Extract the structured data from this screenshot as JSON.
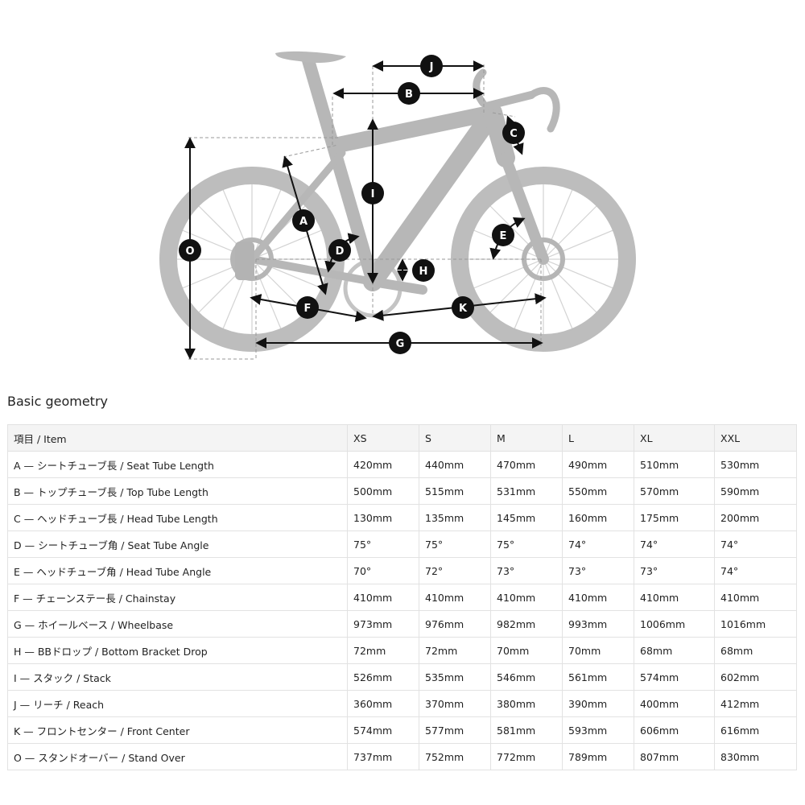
{
  "diagram": {
    "markers": [
      "J",
      "B",
      "C",
      "I",
      "A",
      "D",
      "E",
      "H",
      "O",
      "F",
      "K",
      "G"
    ]
  },
  "section_title": "Basic geometry",
  "table": {
    "headers": [
      "項目 / Item",
      "XS",
      "S",
      "M",
      "L",
      "XL",
      "XXL"
    ],
    "rows": [
      [
        "A — シートチューブ長 / Seat Tube Length",
        "420mm",
        "440mm",
        "470mm",
        "490mm",
        "510mm",
        "530mm"
      ],
      [
        "B — トップチューブ長 / Top Tube Length",
        "500mm",
        "515mm",
        "531mm",
        "550mm",
        "570mm",
        "590mm"
      ],
      [
        "C — ヘッドチューブ長 / Head Tube Length",
        "130mm",
        "135mm",
        "145mm",
        "160mm",
        "175mm",
        "200mm"
      ],
      [
        "D — シートチューブ角 / Seat Tube Angle",
        "75°",
        "75°",
        "75°",
        "74°",
        "74°",
        "74°"
      ],
      [
        "E — ヘッドチューブ角 / Head Tube Angle",
        "70°",
        "72°",
        "73°",
        "73°",
        "73°",
        "74°"
      ],
      [
        "F — チェーンステー長 / Chainstay",
        "410mm",
        "410mm",
        "410mm",
        "410mm",
        "410mm",
        "410mm"
      ],
      [
        "G — ホイールベース / Wheelbase",
        "973mm",
        "976mm",
        "982mm",
        "993mm",
        "1006mm",
        "1016mm"
      ],
      [
        "H — BBドロップ / Bottom Bracket Drop",
        "72mm",
        "72mm",
        "70mm",
        "70mm",
        "68mm",
        "68mm"
      ],
      [
        "I — スタック / Stack",
        "526mm",
        "535mm",
        "546mm",
        "561mm",
        "574mm",
        "602mm"
      ],
      [
        "J — リーチ / Reach",
        "360mm",
        "370mm",
        "380mm",
        "390mm",
        "400mm",
        "412mm"
      ],
      [
        "K — フロントセンター / Front Center",
        "574mm",
        "577mm",
        "581mm",
        "593mm",
        "606mm",
        "616mm"
      ],
      [
        "O — スタンドオーバー / Stand Over",
        "737mm",
        "752mm",
        "772mm",
        "789mm",
        "807mm",
        "830mm"
      ]
    ]
  }
}
